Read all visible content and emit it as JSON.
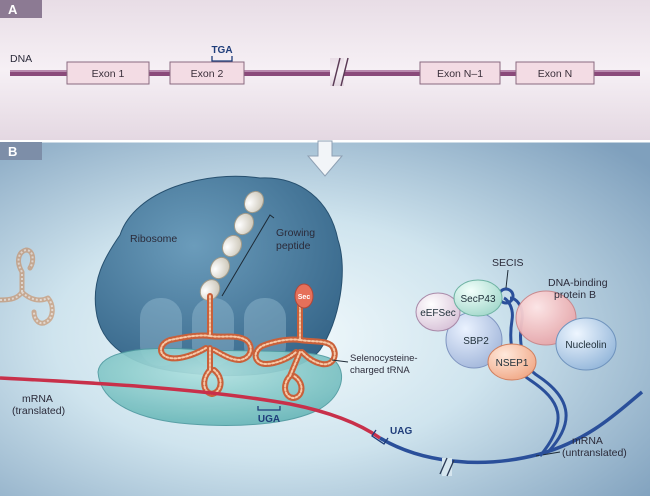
{
  "panel_a": {
    "letter": "A",
    "dna_label": "DNA",
    "exons": [
      "Exon 1",
      "Exon 2",
      "Exon N–1",
      "Exon N"
    ],
    "codon_label": "TGA"
  },
  "panel_b": {
    "letter": "B",
    "ribosome_label": "Ribosome",
    "peptide_label": [
      "Growing",
      "peptide"
    ],
    "sec_label": "Sec",
    "trna_label": [
      "Selenocysteine-",
      "charged tRNA"
    ],
    "uga_label": "UGA",
    "uag_label": "UAG",
    "mrna_translated": [
      "mRNA",
      "(translated)"
    ],
    "mrna_untranslated": [
      "mRNA",
      "(untranslated)"
    ],
    "secis_label": "SECIS",
    "proteins": {
      "eefsec": "eEFSec",
      "secp43": "SecP43",
      "sbp2": "SBP2",
      "nsep1": "NSEP1",
      "nucleolin": "Nucleolin",
      "dna_binding": [
        "DNA-binding",
        "protein B"
      ]
    }
  },
  "colors": {
    "dna_strand": "#8a4a7a",
    "exon_fill": "#f3dce4",
    "ribosome": "#3f7597",
    "ribosome_small": "#7fc7c7",
    "trna": "#d06a3a",
    "mrna_translated": "#c8304a",
    "mrna_untranslated": "#2a4f9a"
  }
}
